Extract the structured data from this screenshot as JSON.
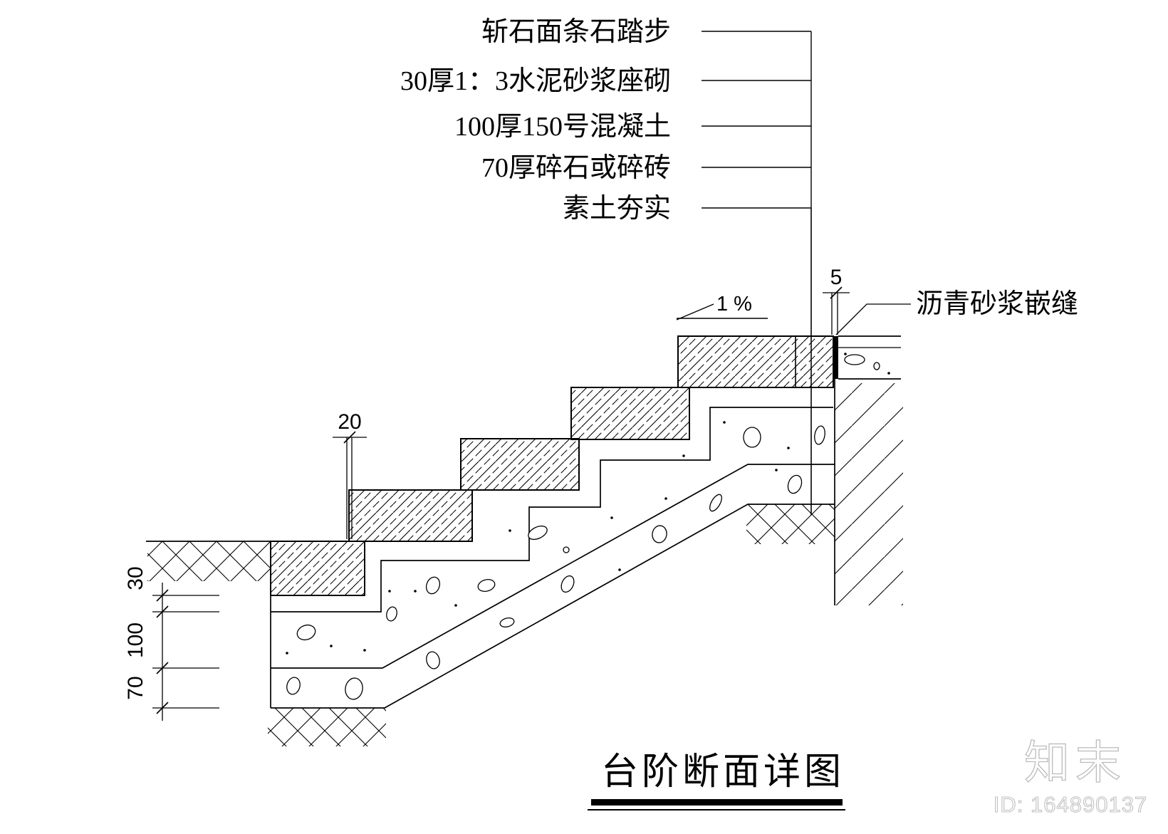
{
  "drawing": {
    "callouts": [
      {
        "label": "斩石面条石踏步"
      },
      {
        "label": "30厚1：3水泥砂浆座砌"
      },
      {
        "label": "100厚150号混凝土"
      },
      {
        "label": "70厚碎石或碎砖"
      },
      {
        "label": "素土夯实"
      }
    ],
    "joint_callout": "沥青砂浆嵌缝",
    "slope_label": "1 %",
    "dims": {
      "joint_top": "5",
      "tread_joint": "20",
      "bed_thickness": "30",
      "concrete_thickness": "100",
      "rubble_thickness": "70"
    },
    "title": "台阶断面详图"
  },
  "watermark": {
    "logo": "知末",
    "id_label": "ID: 164890137"
  },
  "colors": {
    "ink": "#000000",
    "paper": "#ffffff",
    "watermark_stroke": "#bcbcbc"
  }
}
